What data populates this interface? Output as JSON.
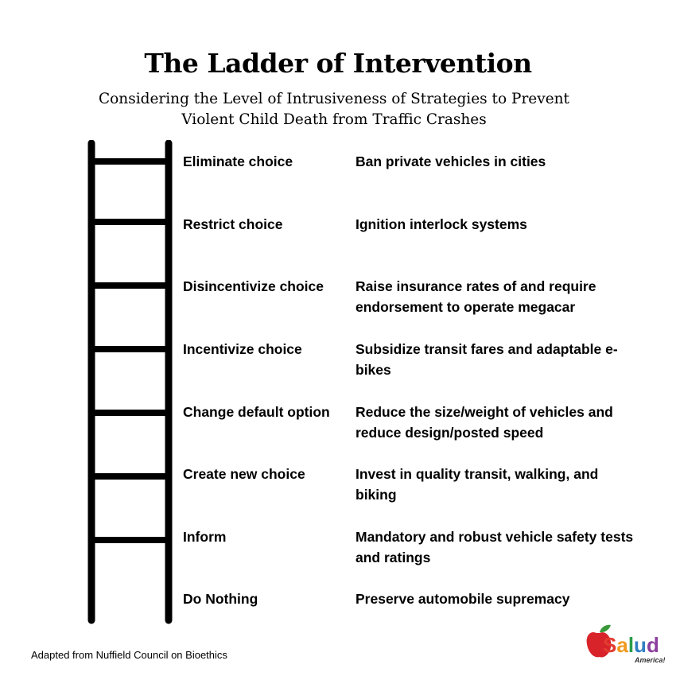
{
  "title": "The Ladder of Intervention",
  "subtitle": "Considering the Level of Intrusiveness of Strategies to Prevent Violent Child Death from Traffic Crashes",
  "rungs": [
    {
      "level": "Eliminate choice",
      "example": "Ban private vehicles in cities"
    },
    {
      "level": "Restrict choice",
      "example": "Ignition interlock systems"
    },
    {
      "level": "Disincentivize choice",
      "example": "Raise insurance rates of and require endorsement to operate megacar"
    },
    {
      "level": "Incentivize choice",
      "example": "Subsidize transit fares and adaptable e-bikes"
    },
    {
      "level": "Change default option",
      "example": "Reduce the size/weight of vehicles and reduce design/posted speed"
    },
    {
      "level": "Create new choice",
      "example": "Invest in quality transit, walking, and biking"
    },
    {
      "level": "Inform",
      "example": "Mandatory and robust vehicle safety tests and ratings"
    },
    {
      "level": "Do Nothing",
      "example": "Preserve automobile supremacy"
    }
  ],
  "credit": "Adapted from Nuffield Council on Bioethics",
  "logo": {
    "word": "Salud",
    "sub": "America!",
    "colors": {
      "apple": "#d8232a",
      "leaf": "#3a9a3a",
      "S": "#e23b30",
      "a": "#f29a1f",
      "l": "#2a9d4a",
      "u": "#2f7ec1",
      "d": "#8c3f9e"
    }
  }
}
